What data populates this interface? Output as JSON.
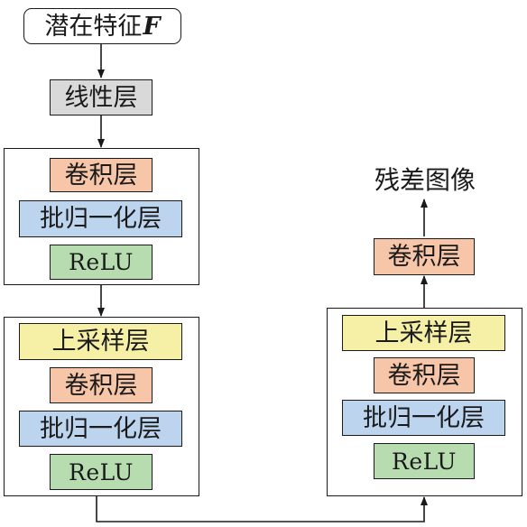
{
  "colors": {
    "linear": "#d9d9d9",
    "conv": "#f7c6a8",
    "batchnorm": "#bcd4ee",
    "relu": "#b7dcb0",
    "upsample": "#f6f0a6",
    "stroke": "#1a1a1a"
  },
  "input": {
    "label": "潜在特征",
    "symbol": "F"
  },
  "linear_label": "线性层",
  "block1": {
    "conv": "卷积层",
    "bn": "批归一化层",
    "relu": "ReLU"
  },
  "block2": {
    "upsample": "上采样层",
    "conv": "卷积层",
    "bn": "批归一化层",
    "relu": "ReLU"
  },
  "block3": {
    "upsample": "上采样层",
    "conv": "卷积层",
    "bn": "批归一化层",
    "relu": "ReLU"
  },
  "final_conv_label": "卷积层",
  "output_label": "残差图像"
}
